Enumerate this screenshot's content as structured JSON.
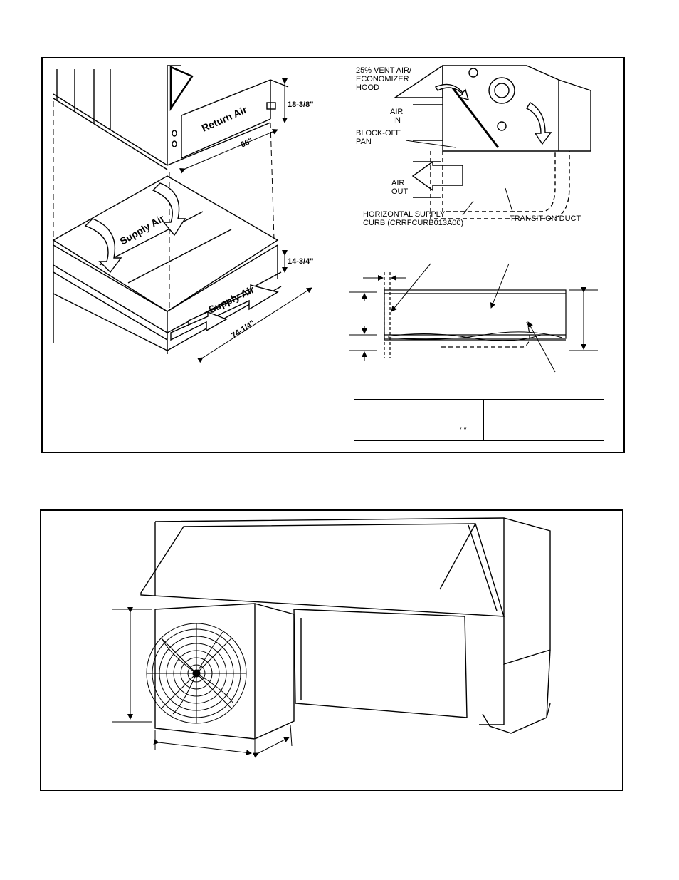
{
  "figure_top": {
    "curb_dims": {
      "return_height": "18-3/8\"",
      "return_width": "66\"",
      "supply_height": "14-3/4\"",
      "supply_width": "74-1/4\""
    },
    "arrow_labels": {
      "return": "Return Air",
      "supply_top": "Supply Air",
      "supply_side": "Supply Air"
    },
    "economizer_callouts": {
      "vent_line1": "25% VENT AIR/",
      "vent_line2": "ECONOMIZER",
      "vent_line3": "HOOD",
      "air_in_line1": "AIR",
      "air_in_line2": "IN",
      "blockoff_line1": "BLOCK-OFF",
      "blockoff_line2": "PAN",
      "air_out_line1": "AIR",
      "air_out_line2": "OUT",
      "curb_line1": "HORIZONTAL SUPPLY",
      "curb_line2": "CURB (CRRFCURB013A00)",
      "transition": "TRANSITION DUCT"
    },
    "table": {
      "rows": [
        [
          "",
          "",
          ""
        ],
        [
          "",
          "′    ″",
          ""
        ]
      ]
    }
  },
  "figure_bottom": {}
}
